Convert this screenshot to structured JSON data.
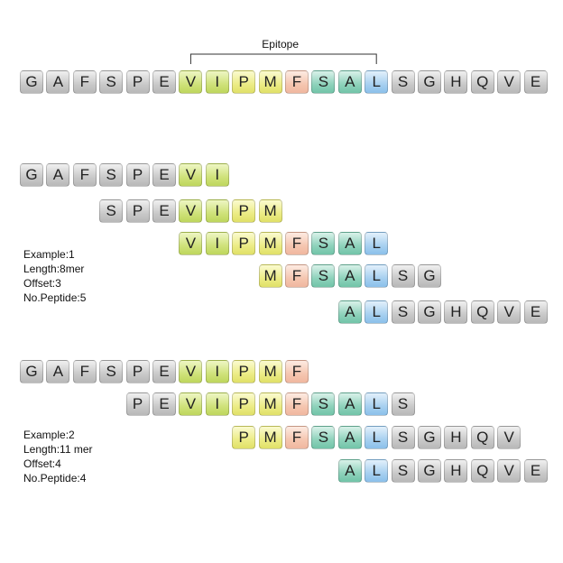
{
  "sequence": [
    "G",
    "A",
    "F",
    "S",
    "P",
    "E",
    "V",
    "I",
    "P",
    "M",
    "F",
    "S",
    "A",
    "L",
    "S",
    "G",
    "H",
    "Q",
    "V",
    "E"
  ],
  "epitope": {
    "label": "Epitope",
    "start": 6,
    "end": 13
  },
  "residue_colors": {
    "V": "#cfe27a",
    "I": "#cfe27a",
    "P_epitope": "#ecec86",
    "M": "#ecec86",
    "F_epitope": "#f5c6b0",
    "S_epitope": "#8ed2bb",
    "A_epitope": "#8ed2bb",
    "L": "#a7d0f0",
    "default": "#c9c9c9"
  },
  "examples": [
    {
      "info": [
        "Example:1",
        "Length:8mer",
        "Offset:3",
        "No.Peptide:5"
      ],
      "peptides": [
        {
          "start": 0,
          "length": 8
        },
        {
          "start": 3,
          "length": 7
        },
        {
          "start": 6,
          "length": 8
        },
        {
          "start": 9,
          "length": 7
        },
        {
          "start": 12,
          "length": 8
        }
      ]
    },
    {
      "info": [
        "Example:2",
        "Length:11 mer",
        "Offset:4",
        "No.Peptide:4"
      ],
      "peptides": [
        {
          "start": 0,
          "length": 11
        },
        {
          "start": 4,
          "length": 11
        },
        {
          "start": 8,
          "length": 11
        },
        {
          "start": 12,
          "length": 8
        }
      ]
    }
  ]
}
